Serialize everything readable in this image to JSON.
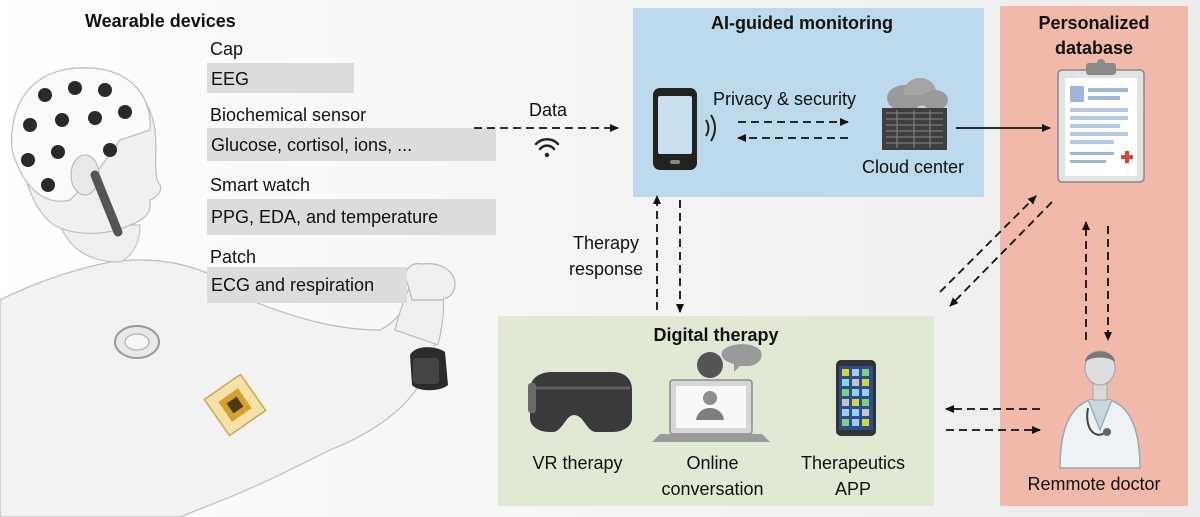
{
  "wearables": {
    "title": "Wearable devices",
    "items": [
      {
        "name": "Cap",
        "signals": "EEG"
      },
      {
        "name": "Biochemical sensor",
        "signals": "Glucose, cortisol, ions, ..."
      },
      {
        "name": "Smart watch",
        "signals": "PPG, EDA, and temperature"
      },
      {
        "name": "Patch",
        "signals": "ECG and respiration"
      }
    ]
  },
  "flow": {
    "data_label": "Data",
    "privacy_label": "Privacy & security",
    "cloud_label": "Cloud center",
    "therapy_response_line1": "Therapy",
    "therapy_response_line2": "response"
  },
  "ai_monitoring": {
    "title": "AI-guided monitoring"
  },
  "database": {
    "title_line1": "Personalized",
    "title_line2": "database",
    "doctor_label": "Remmote doctor"
  },
  "digital_therapy": {
    "title": "Digital therapy",
    "items": [
      {
        "line1": "VR therapy",
        "line2": ""
      },
      {
        "line1": "Online",
        "line2": "conversation"
      },
      {
        "line1": "Therapeutics",
        "line2": "APP"
      }
    ]
  },
  "colors": {
    "ai_panel": "#bcdaec",
    "therapy_panel": "#dfe9d3",
    "database_panel": "#f0b9a9",
    "label_bar": "#dcdcdc",
    "accent_red": "#d9453b"
  }
}
